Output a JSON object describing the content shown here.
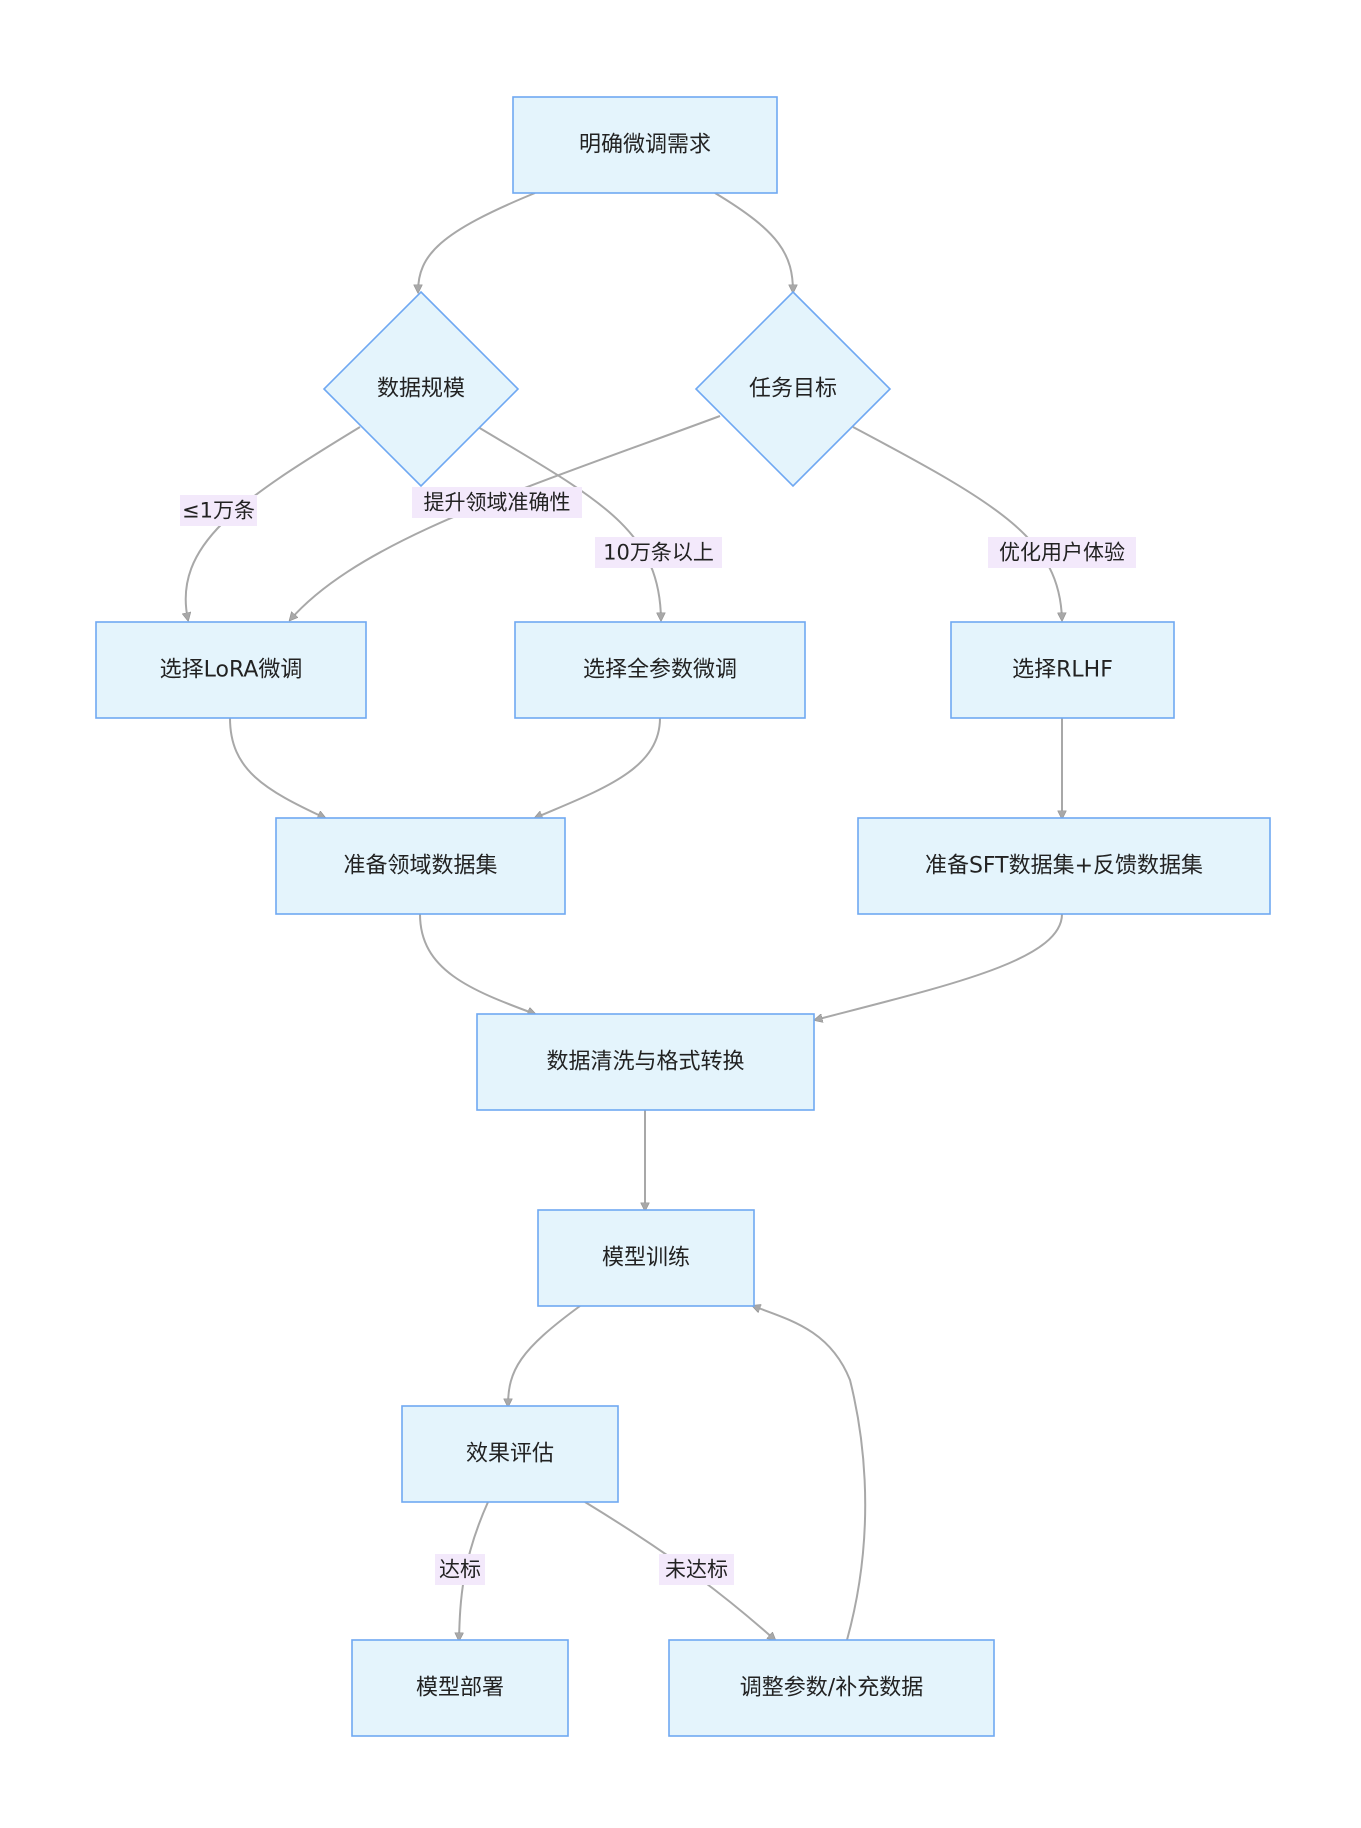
{
  "nodes": {
    "n_req": "明确微调需求",
    "n_scale": "数据规模",
    "n_goal": "任务目标",
    "n_lora": "选择LoRA微调",
    "n_full": "选择全参数微调",
    "n_rlhf": "选择RLHF",
    "n_domain": "准备领域数据集",
    "n_sft": "准备SFT数据集+反馈数据集",
    "n_clean": "数据清洗与格式转换",
    "n_train": "模型训练",
    "n_eval": "效果评估",
    "n_deploy": "模型部署",
    "n_adjust": "调整参数/补充数据"
  },
  "edge_labels": {
    "e_small": "≤1万条",
    "e_acc": "提升领域准确性",
    "e_large": "10万条以上",
    "e_ux": "优化用户体验",
    "e_pass": "达标",
    "e_fail": "未达标"
  },
  "colors": {
    "node_fill": "#e4f4fc",
    "node_border": "#6fa8f2",
    "edge": "#a8a8a8",
    "edge_label_bg": "#f3e9fb"
  }
}
